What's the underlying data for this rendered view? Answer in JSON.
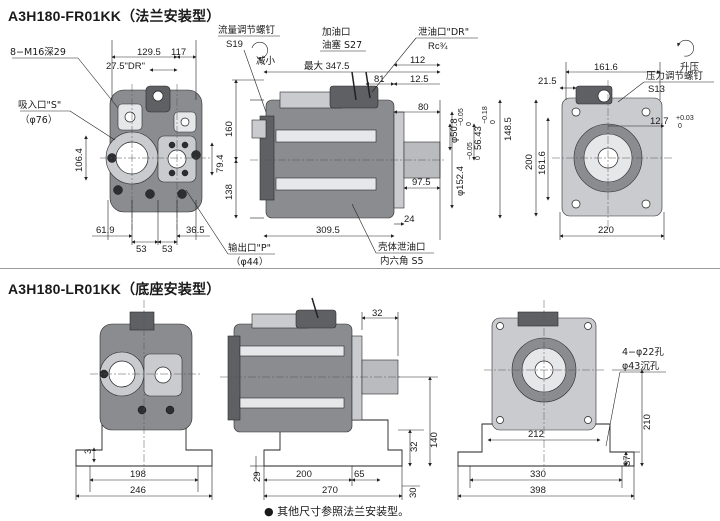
{
  "sections": [
    {
      "title": "A3H180-FR01KK（法兰安装型）",
      "front": {
        "callouts": {
          "bolt": "8−M16深29",
          "inlet_name": "吸入口\"S\"",
          "inlet_size": "（φ76）",
          "outlet_name": "输出口\"P\"",
          "outlet_size": "（φ44）"
        },
        "dims": [
          "129.5",
          "117",
          "27.5\"DR\"",
          "106.4",
          "79.4",
          "61.9",
          "53",
          "53",
          "36.5"
        ]
      },
      "side": {
        "callouts": {
          "flow_screw": "流量调节螺钉",
          "flow_screw_code": "S19",
          "decrease": "减小",
          "oil_fill": "加油口",
          "oil_plug": "油塞 S27",
          "drain": "泄油口\"DR\"",
          "drain_thread": "Rc¾",
          "case_drain": "壳体泄油口",
          "hex_socket": "内六角 S5"
        },
        "dims": [
          "最大 347.5",
          "112",
          "81",
          "12.5",
          "80",
          "160",
          "138",
          "φ50.8",
          "−0.05",
          "0",
          "56.43",
          "−0.18",
          "0",
          "148.5",
          "φ152.4",
          "−0.05",
          "0",
          "97.5",
          "24",
          "309.5"
        ]
      },
      "end": {
        "callouts": {
          "increase": "升压",
          "pressure_screw": "压力调节螺钉",
          "pressure_screw_code": "S13"
        },
        "dims": [
          "161.6",
          "21.5",
          "12.7",
          "+0.03",
          "0",
          "200",
          "161.6",
          "220"
        ]
      }
    },
    {
      "title": "A3H180-LR01KK（底座安装型）",
      "front": {
        "dims": [
          "3",
          "198",
          "246"
        ]
      },
      "side": {
        "dims": [
          "32",
          "32",
          "140",
          "200",
          "65",
          "29",
          "270",
          "30"
        ]
      },
      "end": {
        "callouts": {
          "foot_holes": "4−φ22孔",
          "counterbore": "φ43沉孔"
        },
        "dims": [
          "212",
          "210",
          "37",
          "330",
          "398"
        ]
      }
    }
  ],
  "footnote": "● 其他尺寸参照法兰安装型。"
}
